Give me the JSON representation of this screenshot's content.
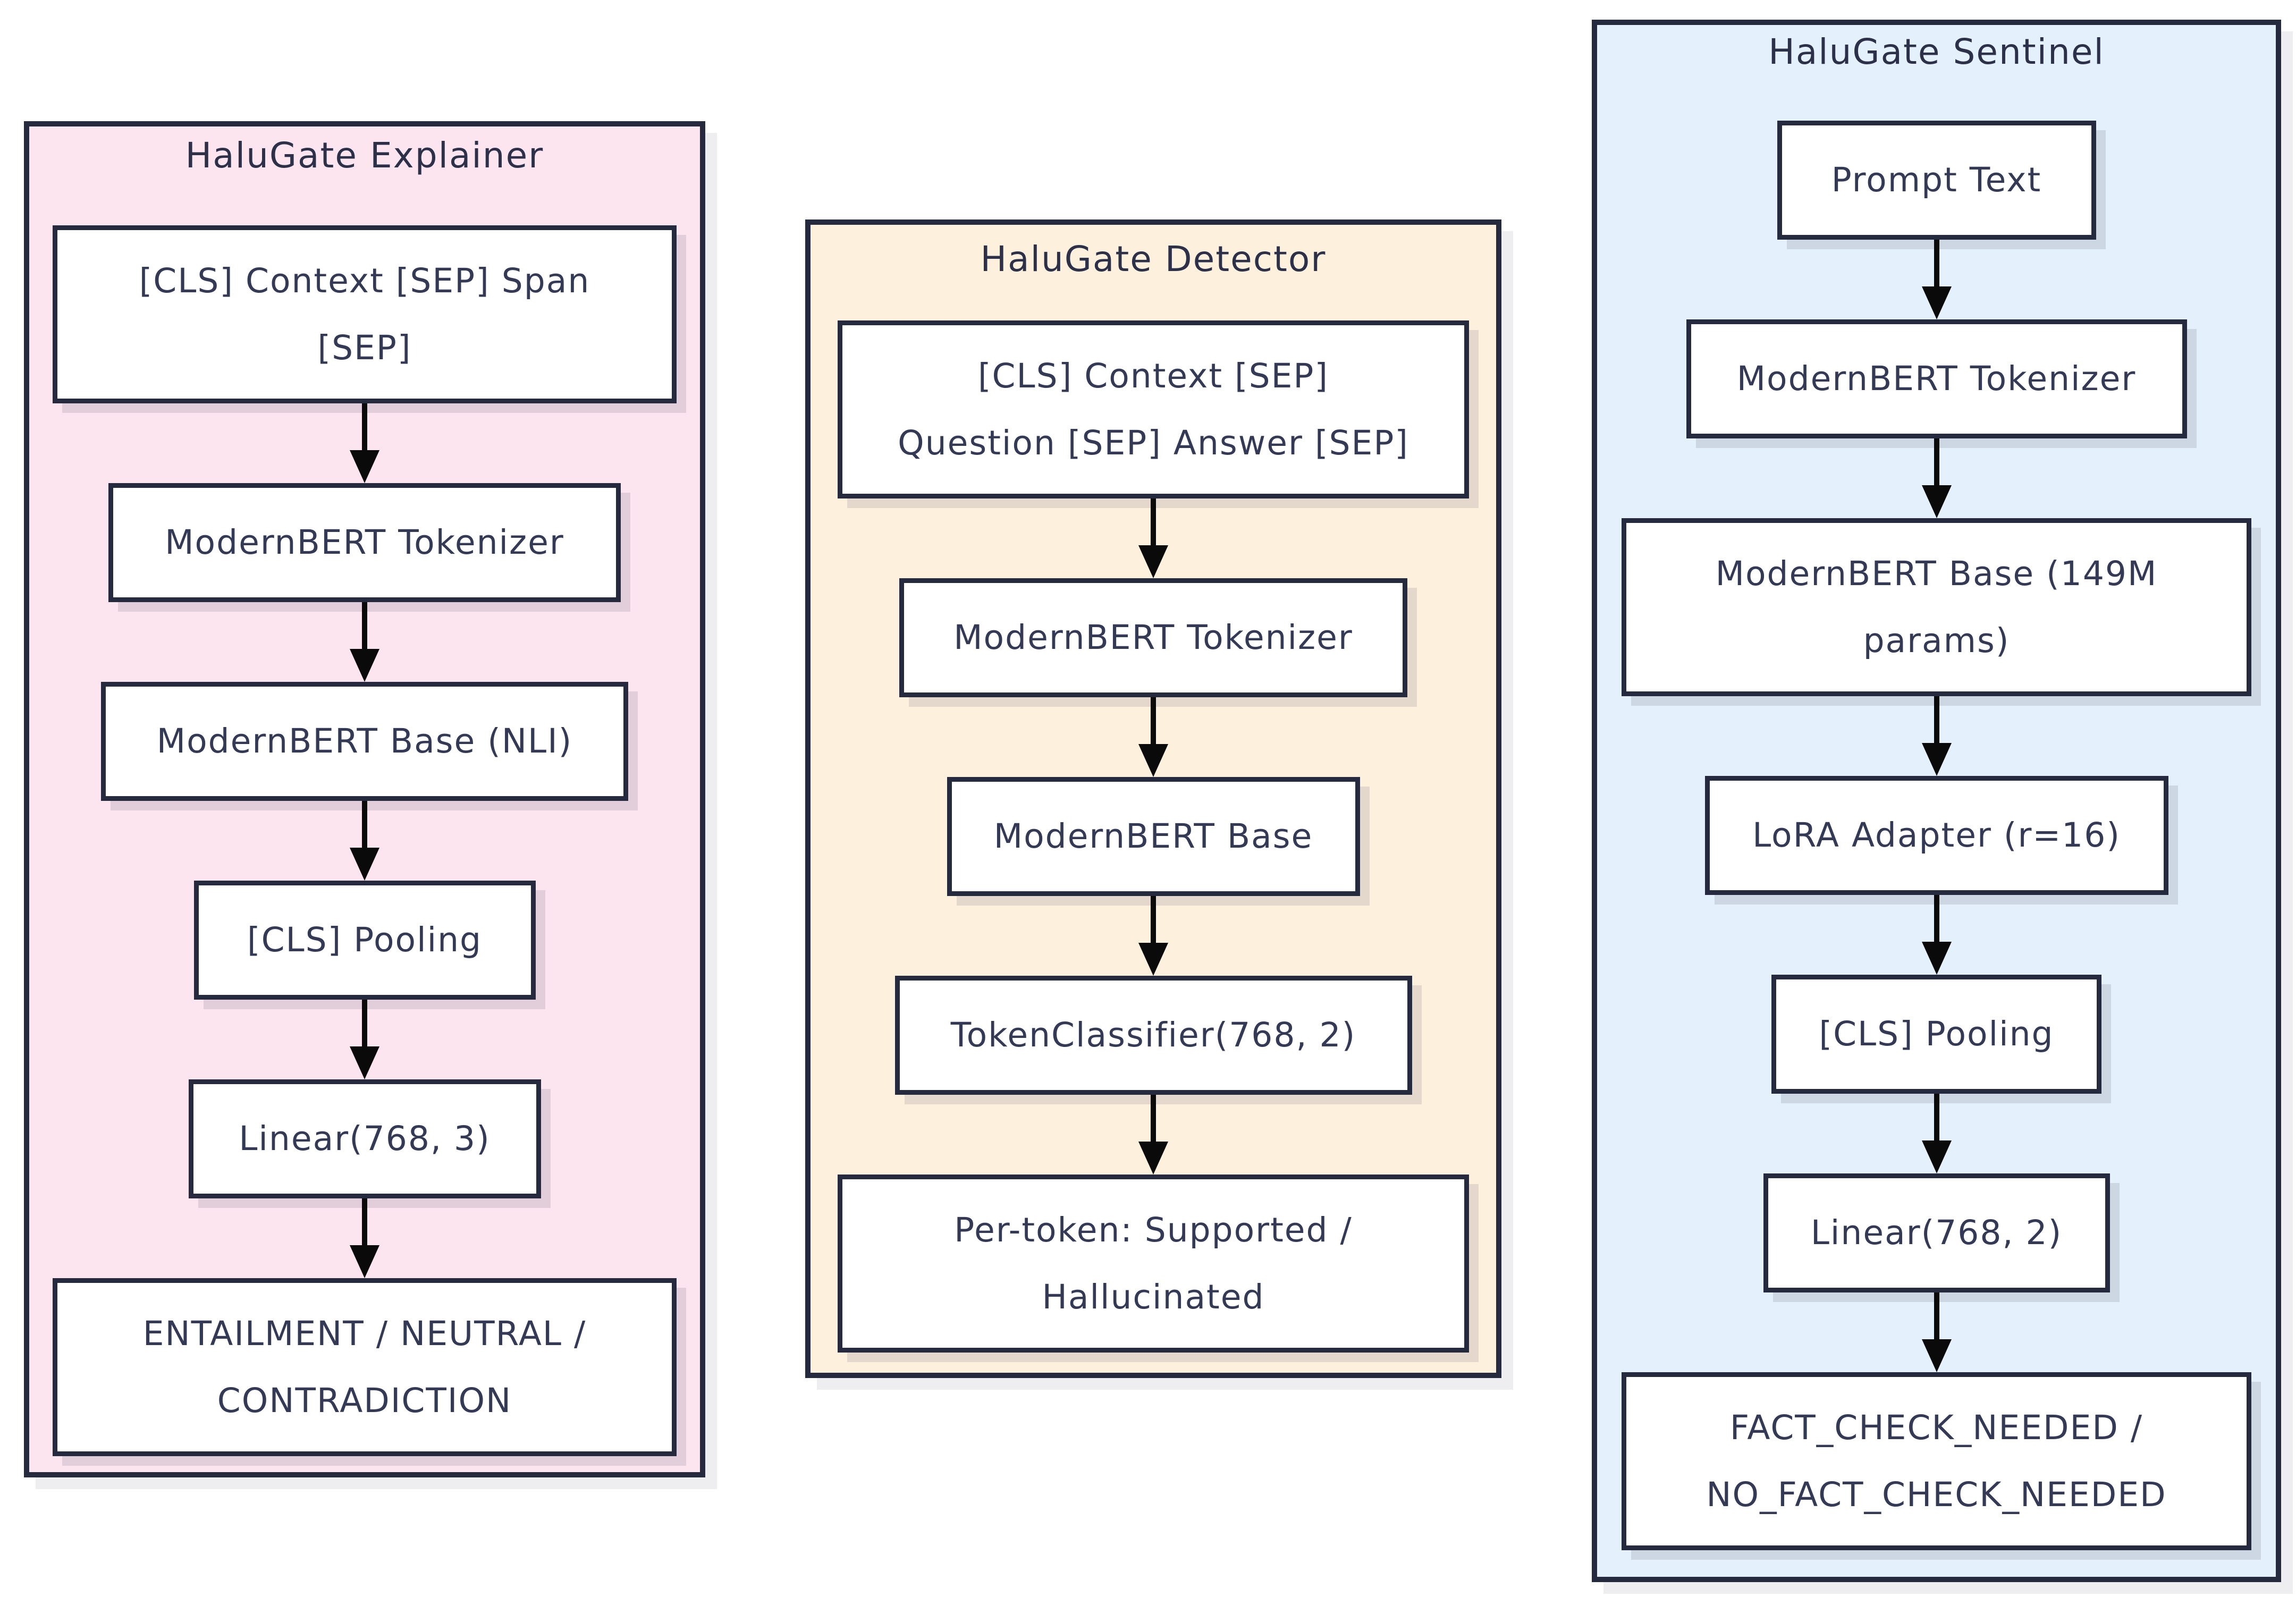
{
  "diagram": {
    "colors": {
      "background": "#ffffff",
      "panel_pink": "#fce5ef",
      "panel_cream": "#fdf1de",
      "panel_blue": "#e4f0fb",
      "border": "#262a3e",
      "text": "#343a56",
      "arrow": "#0a0a0a"
    },
    "panels": [
      {
        "title": "HaluGate Explainer",
        "bg": "#fce5ef",
        "boxes": [
          {
            "label": "[CLS] Context [SEP] Span\n[SEP]"
          },
          {
            "label": "ModernBERT Tokenizer"
          },
          {
            "label": "ModernBERT Base (NLI)"
          },
          {
            "label": "[CLS] Pooling"
          },
          {
            "label": "Linear(768, 3)"
          },
          {
            "label": "ENTAILMENT / NEUTRAL /\nCONTRADICTION"
          }
        ]
      },
      {
        "title": "HaluGate Detector",
        "bg": "#fdf1de",
        "boxes": [
          {
            "label": "[CLS] Context [SEP]\nQuestion [SEP] Answer [SEP]"
          },
          {
            "label": "ModernBERT Tokenizer"
          },
          {
            "label": "ModernBERT Base"
          },
          {
            "label": "TokenClassifier(768, 2)"
          },
          {
            "label": "Per-token: Supported /\nHallucinated"
          }
        ]
      },
      {
        "title": "HaluGate Sentinel",
        "bg": "#e4f0fb",
        "boxes": [
          {
            "label": "Prompt Text"
          },
          {
            "label": "ModernBERT Tokenizer"
          },
          {
            "label": "ModernBERT Base (149M\nparams)"
          },
          {
            "label": "LoRA Adapter (r=16)"
          },
          {
            "label": "[CLS] Pooling"
          },
          {
            "label": "Linear(768, 2)"
          },
          {
            "label": "FACT_CHECK_NEEDED /\nNO_FACT_CHECK_NEEDED"
          }
        ]
      }
    ]
  }
}
